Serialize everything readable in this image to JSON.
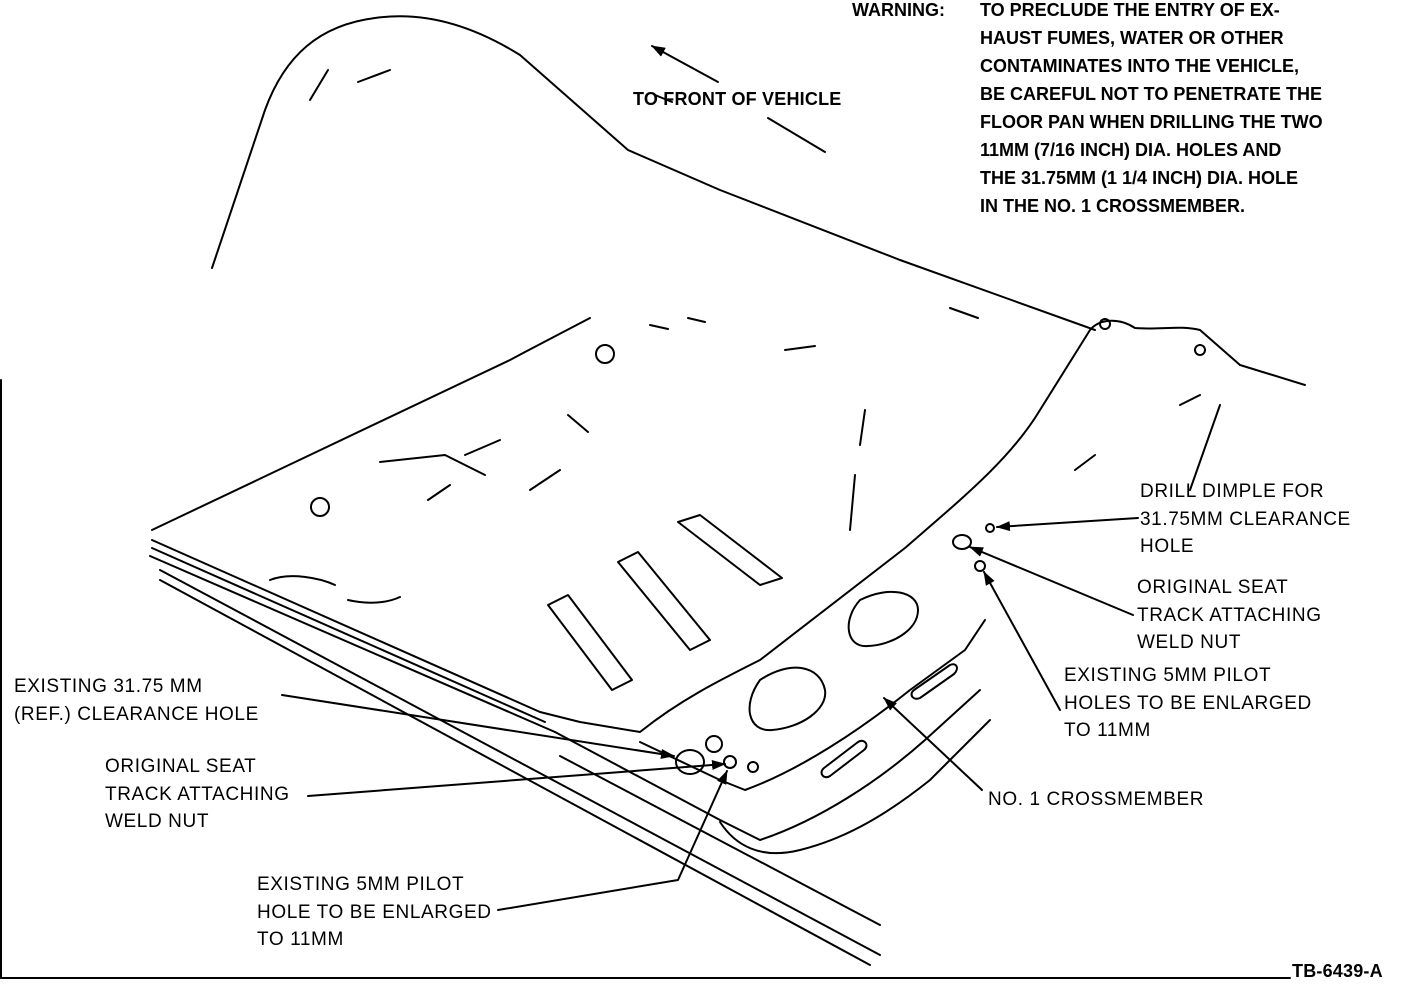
{
  "warning": {
    "heading": "WARNING:",
    "lines": [
      "TO PRECLUDE THE ENTRY OF EX-",
      "HAUST FUMES, WATER OR OTHER",
      "CONTAMINATES INTO THE VEHICLE,",
      "BE CAREFUL NOT TO PENETRATE THE",
      "FLOOR PAN WHEN DRILLING THE TWO",
      "11MM (7/16 INCH) DIA. HOLES AND",
      "THE 31.75MM (1 1/4 INCH) DIA. HOLE",
      "IN THE NO. 1 CROSSMEMBER."
    ]
  },
  "direction_label": "TO FRONT OF VEHICLE",
  "callouts": {
    "drill_dimple": [
      "DRILL DIMPLE FOR",
      "31.75MM CLEARANCE",
      "HOLE"
    ],
    "weld_nut_right": [
      "ORIGINAL SEAT",
      "TRACK ATTACHING",
      "WELD NUT"
    ],
    "pilot_holes_right": [
      "EXISTING 5MM PILOT",
      "HOLES TO BE ENLARGED",
      "TO 11MM"
    ],
    "crossmember": [
      "NO. 1 CROSSMEMBER"
    ],
    "clearance_hole_left": [
      "EXISTING 31.75 MM",
      "(REF.) CLEARANCE HOLE"
    ],
    "weld_nut_left": [
      "ORIGINAL SEAT",
      "TRACK ATTACHING",
      "WELD NUT"
    ],
    "pilot_hole_left": [
      "EXISTING 5MM PILOT",
      "HOLE TO BE ENLARGED",
      "TO 11MM"
    ]
  },
  "figure_id": "TB-6439-A"
}
